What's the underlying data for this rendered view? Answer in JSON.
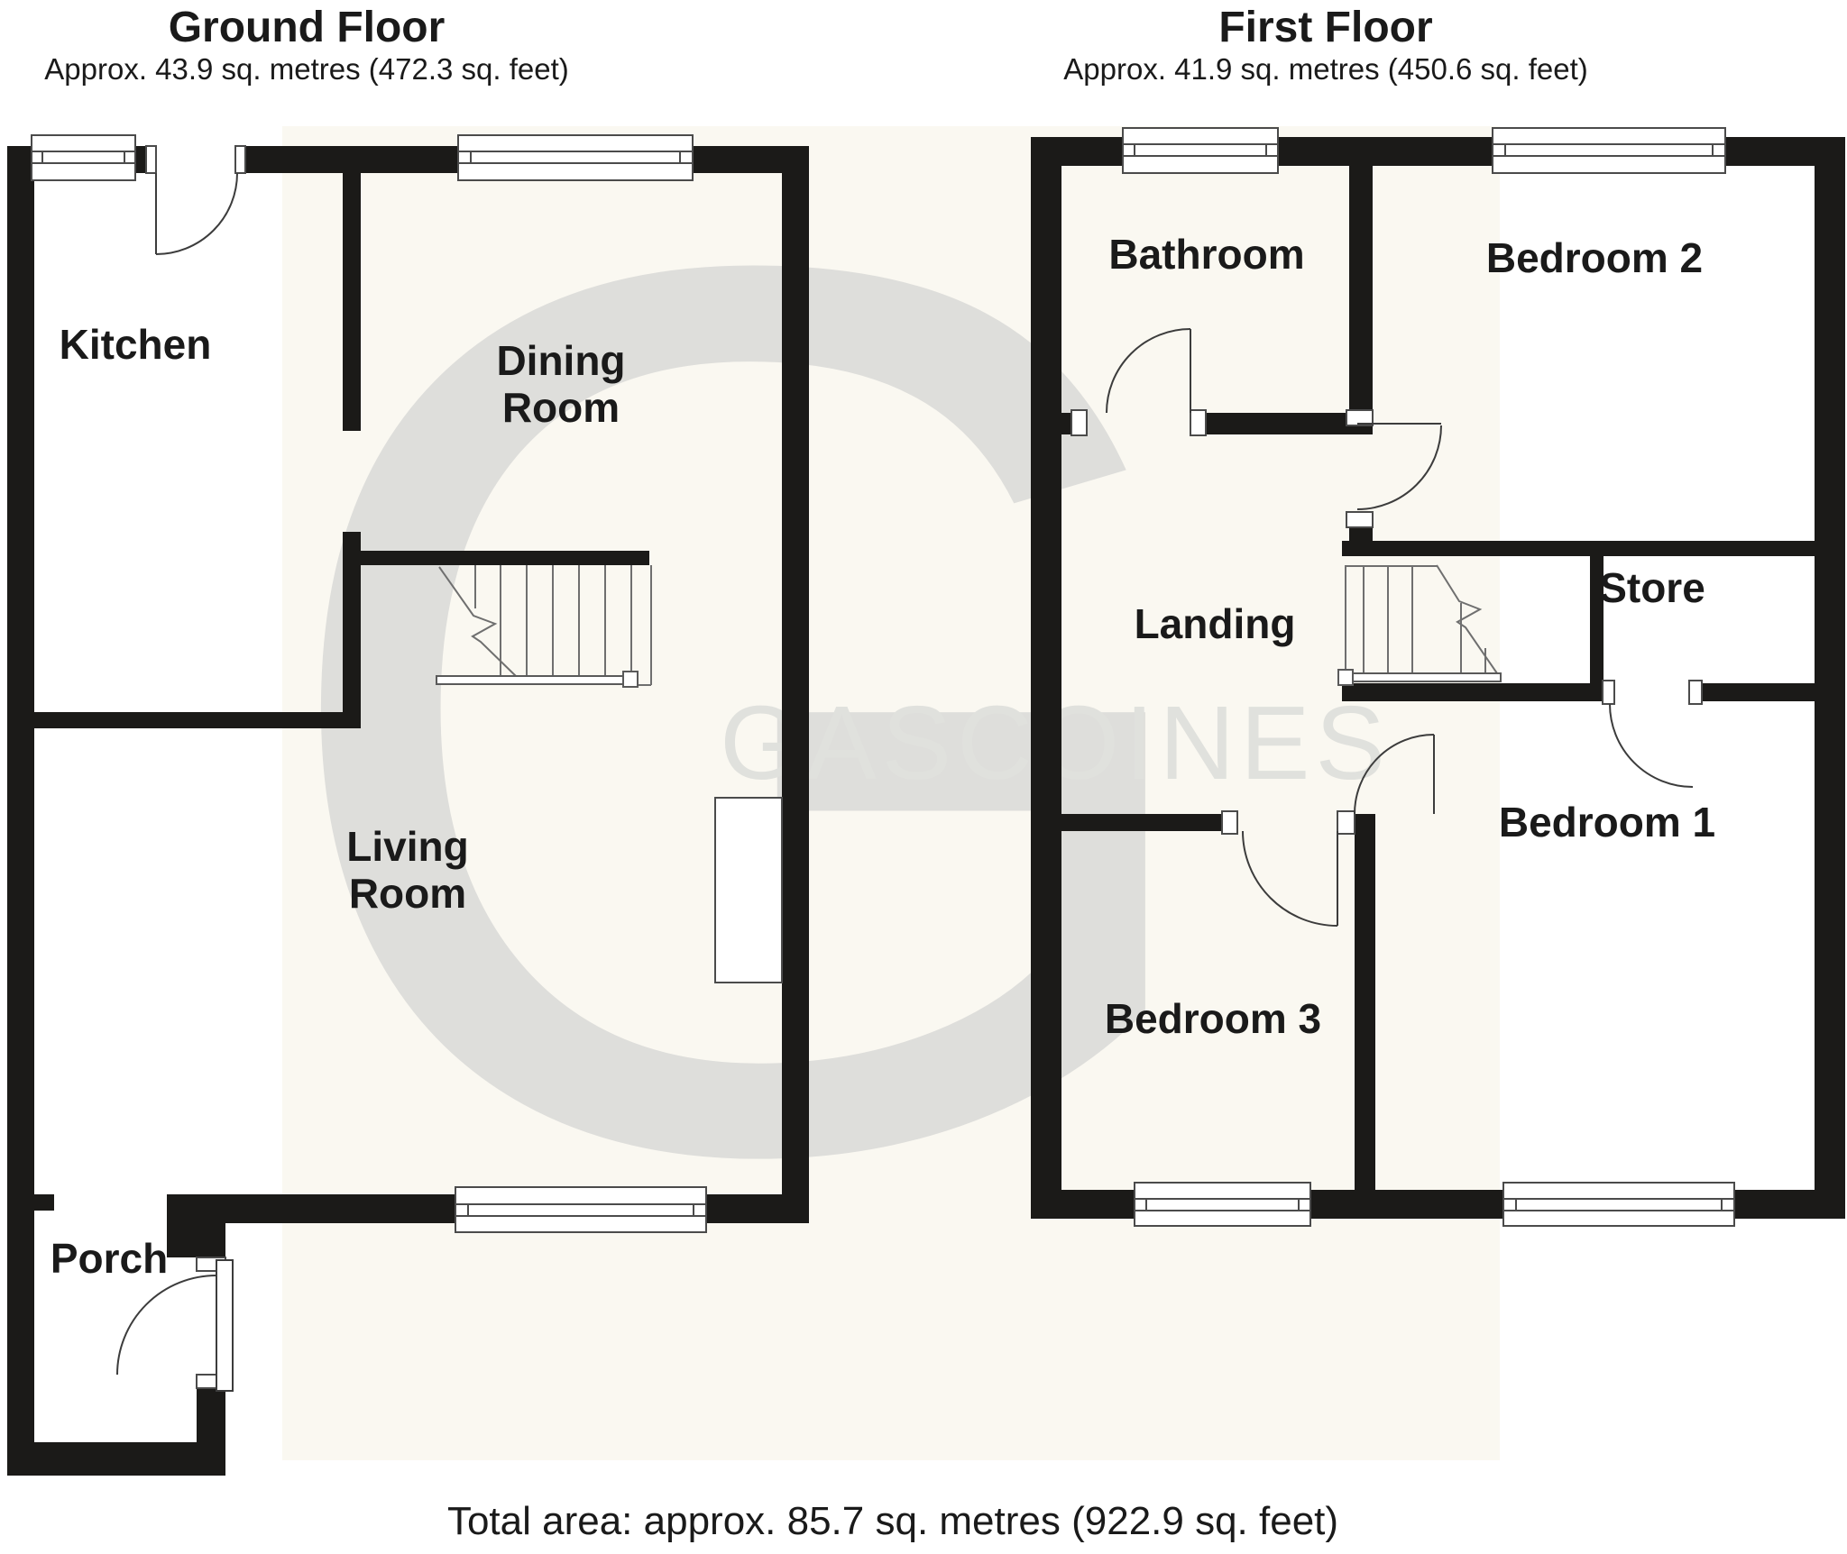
{
  "ground_floor": {
    "title": "Ground Floor",
    "area_label": "Approx. 43.9 sq. metres (472.3 sq. feet)",
    "rooms": {
      "kitchen": "Kitchen",
      "dining_line1": "Dining",
      "dining_line2": "Room",
      "living_line1": "Living",
      "living_line2": "Room",
      "porch": "Porch"
    }
  },
  "first_floor": {
    "title": "First Floor",
    "area_label": "Approx. 41.9 sq. metres (450.6 sq. feet)",
    "rooms": {
      "bathroom": "Bathroom",
      "bedroom_2": "Bedroom 2",
      "landing": "Landing",
      "store": "Store",
      "bedroom_1": "Bedroom 1",
      "bedroom_3": "Bedroom 3"
    }
  },
  "footer": {
    "total_area_label": "Total area: approx. 85.7 sq. metres (922.9 sq. feet)"
  },
  "watermark": {
    "monogram": "G",
    "brand": "GASCOINES"
  },
  "colors": {
    "wall": "#1b1a18",
    "watermark_grey": "#dededb",
    "background_tint": "#faf8f1",
    "line": "#4b4b4b"
  }
}
